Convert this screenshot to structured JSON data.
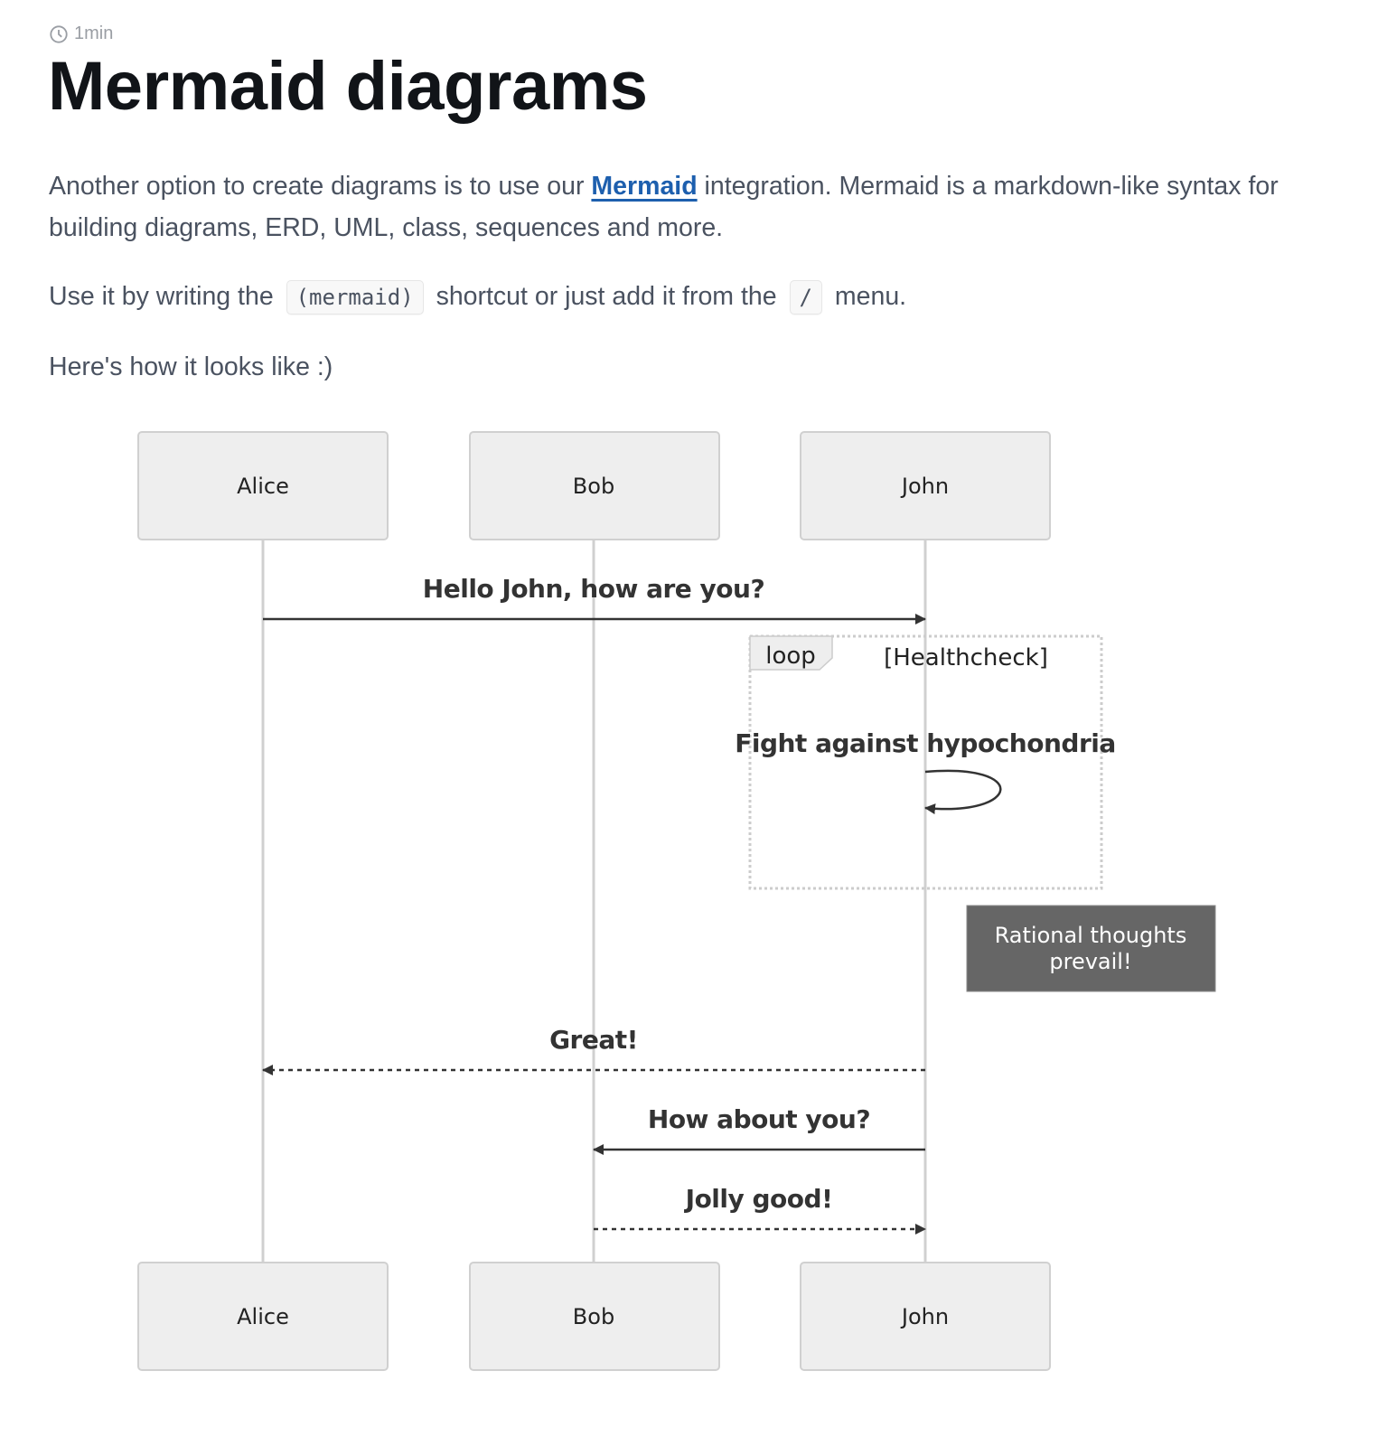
{
  "meta": {
    "icon": "clock-icon",
    "read_time": "1min"
  },
  "page": {
    "title": "Mermaid diagrams"
  },
  "content": {
    "intro_before_link": "Another option to create diagrams is to use our ",
    "intro_link": "Mermaid",
    "intro_after_link": " integration. Mermaid is a markdown-like syntax for building diagrams, ERD, UML, class, sequences and more.",
    "usage_before": "Use it by writing the ",
    "usage_code_1": "(mermaid)",
    "usage_middle": " shortcut or just add it from the ",
    "usage_code_2": "/",
    "usage_after": " menu.",
    "preview_text": "Here's how it looks like :)"
  },
  "diagram": {
    "participants": [
      "Alice",
      "Bob",
      "John"
    ],
    "messages": [
      {
        "from": "Alice",
        "to": "John",
        "text": "Hello John, how are you?",
        "style": "solid"
      },
      {
        "from": "John",
        "to": "John",
        "text": "Fight against hypochondria",
        "style": "solid"
      },
      {
        "from": "John",
        "to": "Alice",
        "text": "Great!",
        "style": "dotted"
      },
      {
        "from": "John",
        "to": "Bob",
        "text": "How about you?",
        "style": "solid"
      },
      {
        "from": "Bob",
        "to": "John",
        "text": "Jolly good!",
        "style": "dotted"
      }
    ],
    "loop": {
      "label": "loop",
      "condition": "[Healthcheck]"
    },
    "note": {
      "line1": "Rational thoughts",
      "line2": "prevail!"
    },
    "colors": {
      "actor_fill": "#eeeeee",
      "actor_border": "#d0d0d0",
      "lifeline": "#d0d0d0",
      "message": "#333333",
      "note_fill": "#666666",
      "note_text": "#ffffff"
    }
  }
}
